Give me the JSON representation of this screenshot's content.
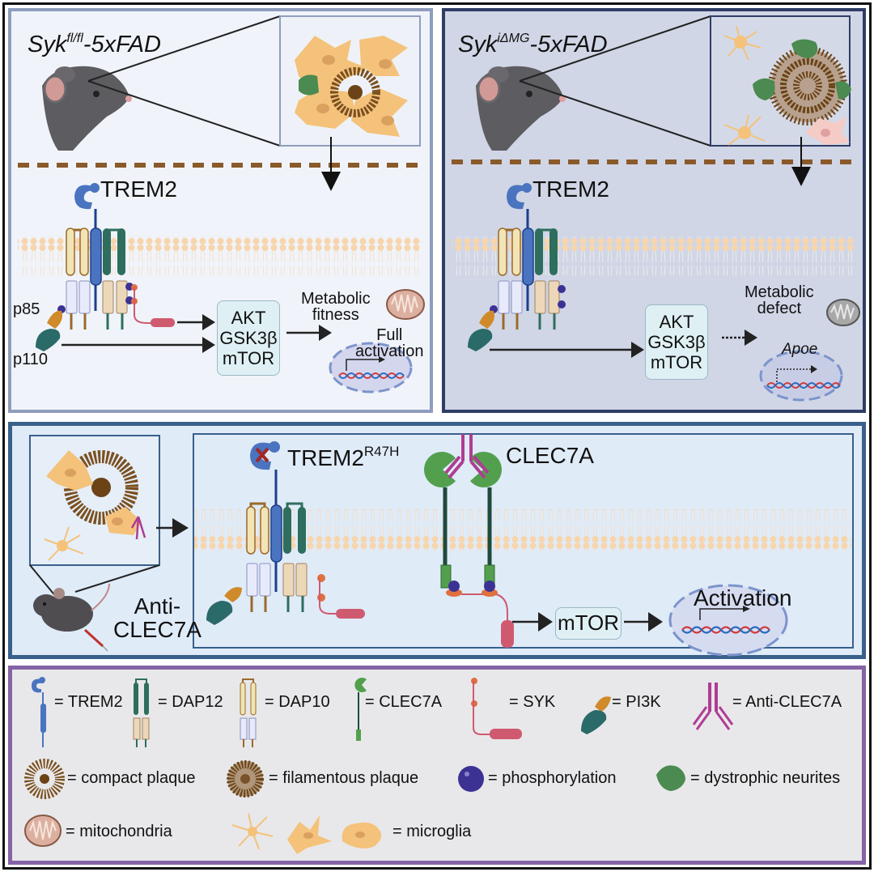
{
  "panels": {
    "syk_floxed": {
      "title_main": "Syk",
      "title_sup": "fl/fl",
      "title_suffix": "-5xFAD",
      "receptor_label": "TREM2",
      "p85_label": "p85",
      "p110_label": "p110",
      "kinase_box": [
        "AKT",
        "GSK3β",
        "mTOR"
      ],
      "metabolic_label": [
        "Metabolic",
        "fitness"
      ],
      "outcome_label": [
        "Full",
        "activation"
      ],
      "colors": {
        "background": "#f0f4fa",
        "border": "#8f9dbd"
      }
    },
    "syk_deleted": {
      "title_main": "Syk",
      "title_sup": "iΔMG",
      "title_suffix": "-5xFAD",
      "receptor_label": "TREM2",
      "kinase_box": [
        "AKT",
        "GSK3β",
        "mTOR"
      ],
      "metabolic_label": [
        "Metabolic",
        "defect"
      ],
      "gene_label": "Apoe",
      "colors": {
        "background": "#d0d6e6",
        "border": "#2f3d66"
      }
    },
    "anti_clec7a": {
      "treatment_label": [
        "Anti-",
        "CLEC7A"
      ],
      "receptor_label_main": "TREM2",
      "receptor_label_sup": "R47H",
      "clec7a_label": "CLEC7A",
      "kinase_box": "mTOR",
      "outcome_label": "Activation",
      "colors": {
        "background": "#e0ebf8",
        "border": "#38608a"
      }
    }
  },
  "legend": {
    "colors": {
      "background": "#e8e8ea",
      "border": "#8563a6"
    },
    "items": [
      {
        "icon": "trem2-icon",
        "label": "= TREM2"
      },
      {
        "icon": "dap12-icon",
        "label": "= DAP12"
      },
      {
        "icon": "dap10-icon",
        "label": "= DAP10"
      },
      {
        "icon": "clec7a-icon",
        "label": "= CLEC7A"
      },
      {
        "icon": "syk-icon",
        "label": "= SYK"
      },
      {
        "icon": "pi3k-icon",
        "label": "= PI3K"
      },
      {
        "icon": "antibody-icon",
        "label": "= Anti-CLEC7A"
      },
      {
        "icon": "compact-plaque-icon",
        "label": "= compact plaque"
      },
      {
        "icon": "filamentous-plaque-icon",
        "label": "= filamentous plaque"
      },
      {
        "icon": "phosphorylation-icon",
        "label": "= phosphorylation"
      },
      {
        "icon": "dystrophic-neurites-icon",
        "label": "= dystrophic neurites"
      },
      {
        "icon": "mitochondria-icon",
        "label": "= mitochondria"
      },
      {
        "icon": "microglia-icon",
        "label": "= microglia"
      }
    ]
  },
  "palette": {
    "trem2": "#4a74c0",
    "trem2_dark": "#1d3f8a",
    "dap12": "#2e6e5e",
    "dap12_fill": "#ecd8b8",
    "dap10": "#9a6a2c",
    "dap10_fill": "#f2e4b4",
    "dap10_lower": "#e6eafa",
    "clec7a": "#52a04e",
    "syk": "#cf5a70",
    "syk_sh2": "#e07040",
    "pi3k_p85": "#d08a2a",
    "pi3k_p110": "#2a6a68",
    "antibody": "#b03c94",
    "phospho": "#3c3294",
    "membrane": "#f7d5ad",
    "plaque": "#7a5020",
    "neurite": "#4b8a50",
    "microglia": "#f4c27a",
    "dash": "#8a5a2a"
  }
}
